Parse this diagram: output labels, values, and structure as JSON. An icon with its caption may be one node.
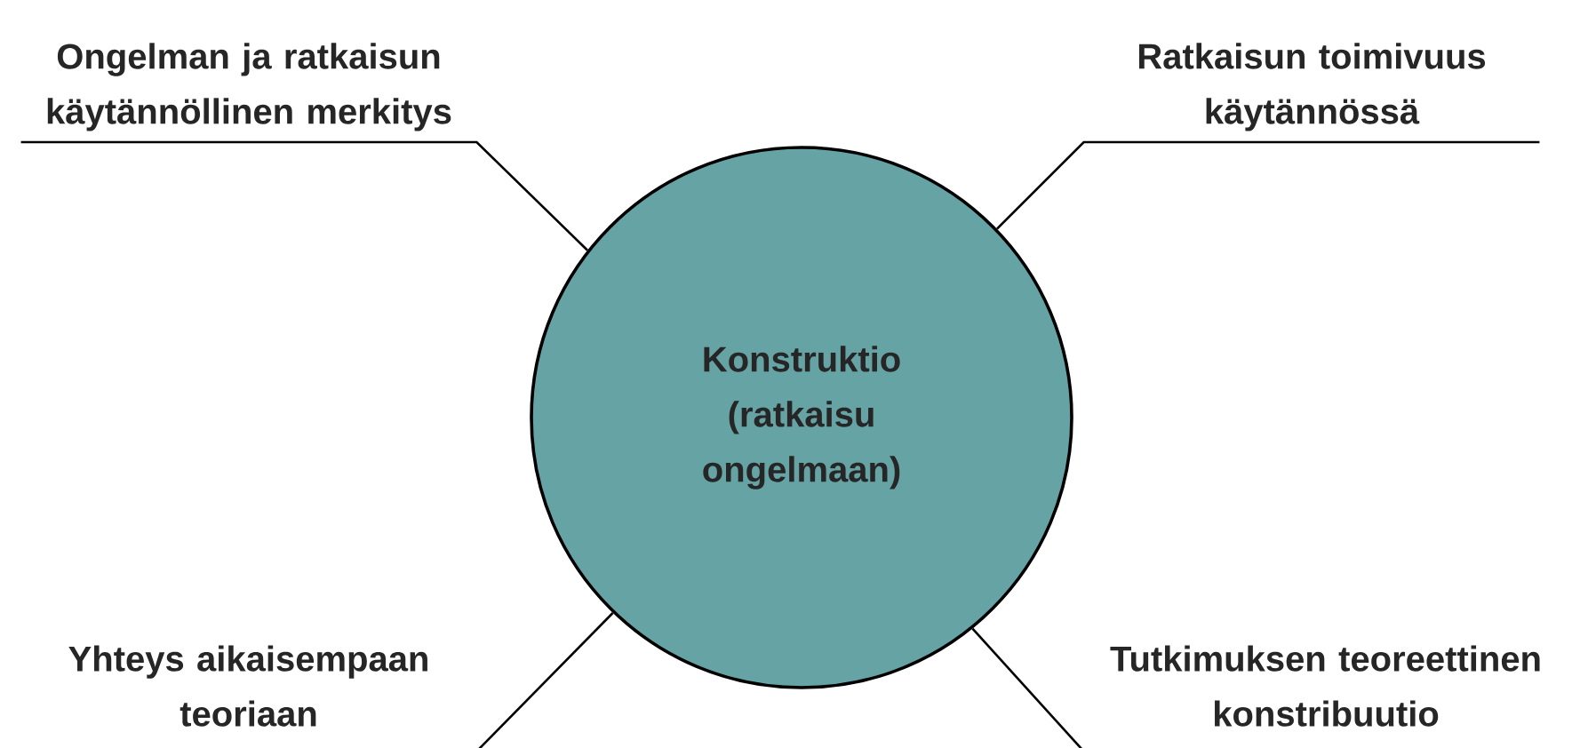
{
  "diagram": {
    "nodes": [
      {
        "text": [
          "Konstruktio (ratkaisu ongelmaan)"
        ]
      },
      {
        "text": [
          "Ongelman ja ratkaisun käytännöllinen merkitys"
        ]
      },
      {
        "text": [
          "Ratkaisun toimivuus käytännössä"
        ]
      },
      {
        "text": [
          "Yhteys aikaisempaan teoriaan"
        ]
      },
      {
        "text": [
          "Tutkimuksen teoreettinen konstribuutio"
        ]
      }
    ],
    "edges": [
      {
        "from": 1,
        "to": 0,
        "arrow": "none"
      },
      {
        "from": 2,
        "to": 0,
        "arrow": "none"
      },
      {
        "from": 3,
        "to": 0,
        "arrow": "none"
      },
      {
        "from": 4,
        "to": 0,
        "arrow": "none"
      }
    ]
  }
}
